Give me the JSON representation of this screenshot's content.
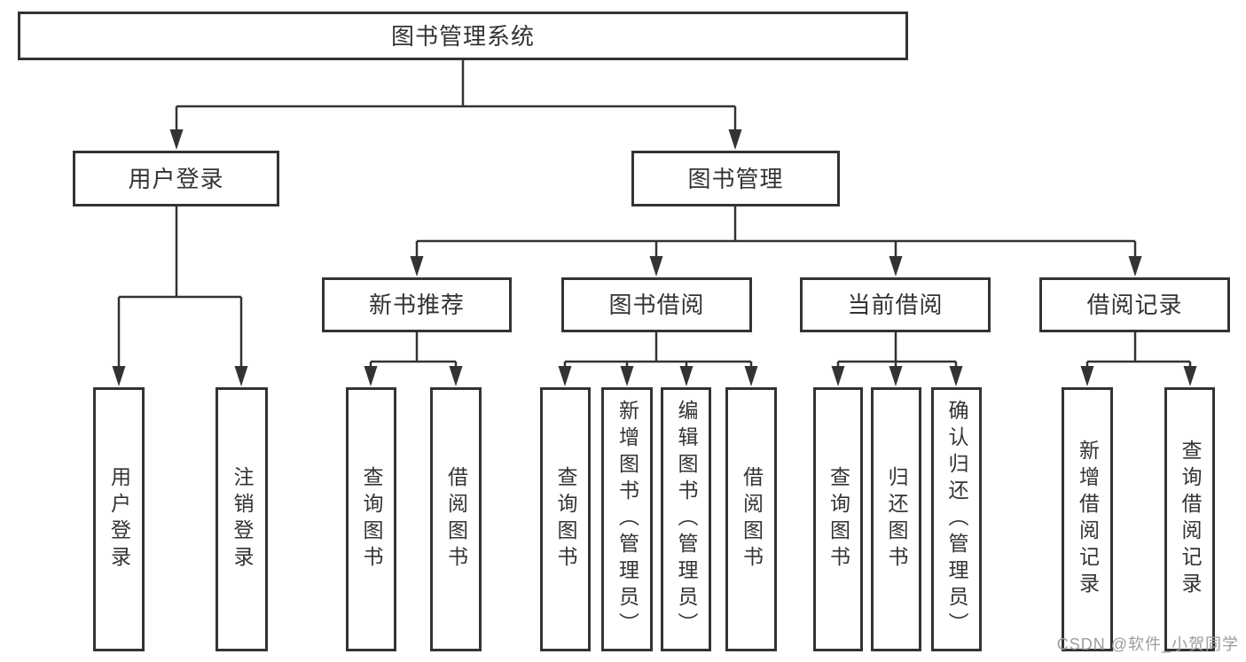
{
  "title_node": {
    "label": "图书管理系统"
  },
  "branches": [
    {
      "label": "用户登录",
      "children": [
        {
          "label": "用户登录"
        },
        {
          "label": "注销登录"
        }
      ]
    },
    {
      "label": "图书管理",
      "children": [
        {
          "label": "新书推荐",
          "children": [
            {
              "label": "查询图书"
            },
            {
              "label": "借阅图书"
            }
          ]
        },
        {
          "label": "图书借阅",
          "children": [
            {
              "label": "查询图书"
            },
            {
              "label": "新增图书（管理员）"
            },
            {
              "label": "编辑图书（管理员）"
            },
            {
              "label": "借阅图书"
            }
          ]
        },
        {
          "label": "当前借阅",
          "children": [
            {
              "label": "查询图书"
            },
            {
              "label": "归还图书"
            },
            {
              "label": "确认归还（管理员）"
            }
          ]
        },
        {
          "label": "借阅记录",
          "children": [
            {
              "label": "新增借阅记录"
            },
            {
              "label": "查询借阅记录"
            }
          ]
        }
      ]
    }
  ],
  "watermark": "CSDN @软件_小贺同学",
  "colors": {
    "line": "#333333",
    "text": "#333333",
    "watermark": "#9c9c9c",
    "background": "#ffffff"
  }
}
